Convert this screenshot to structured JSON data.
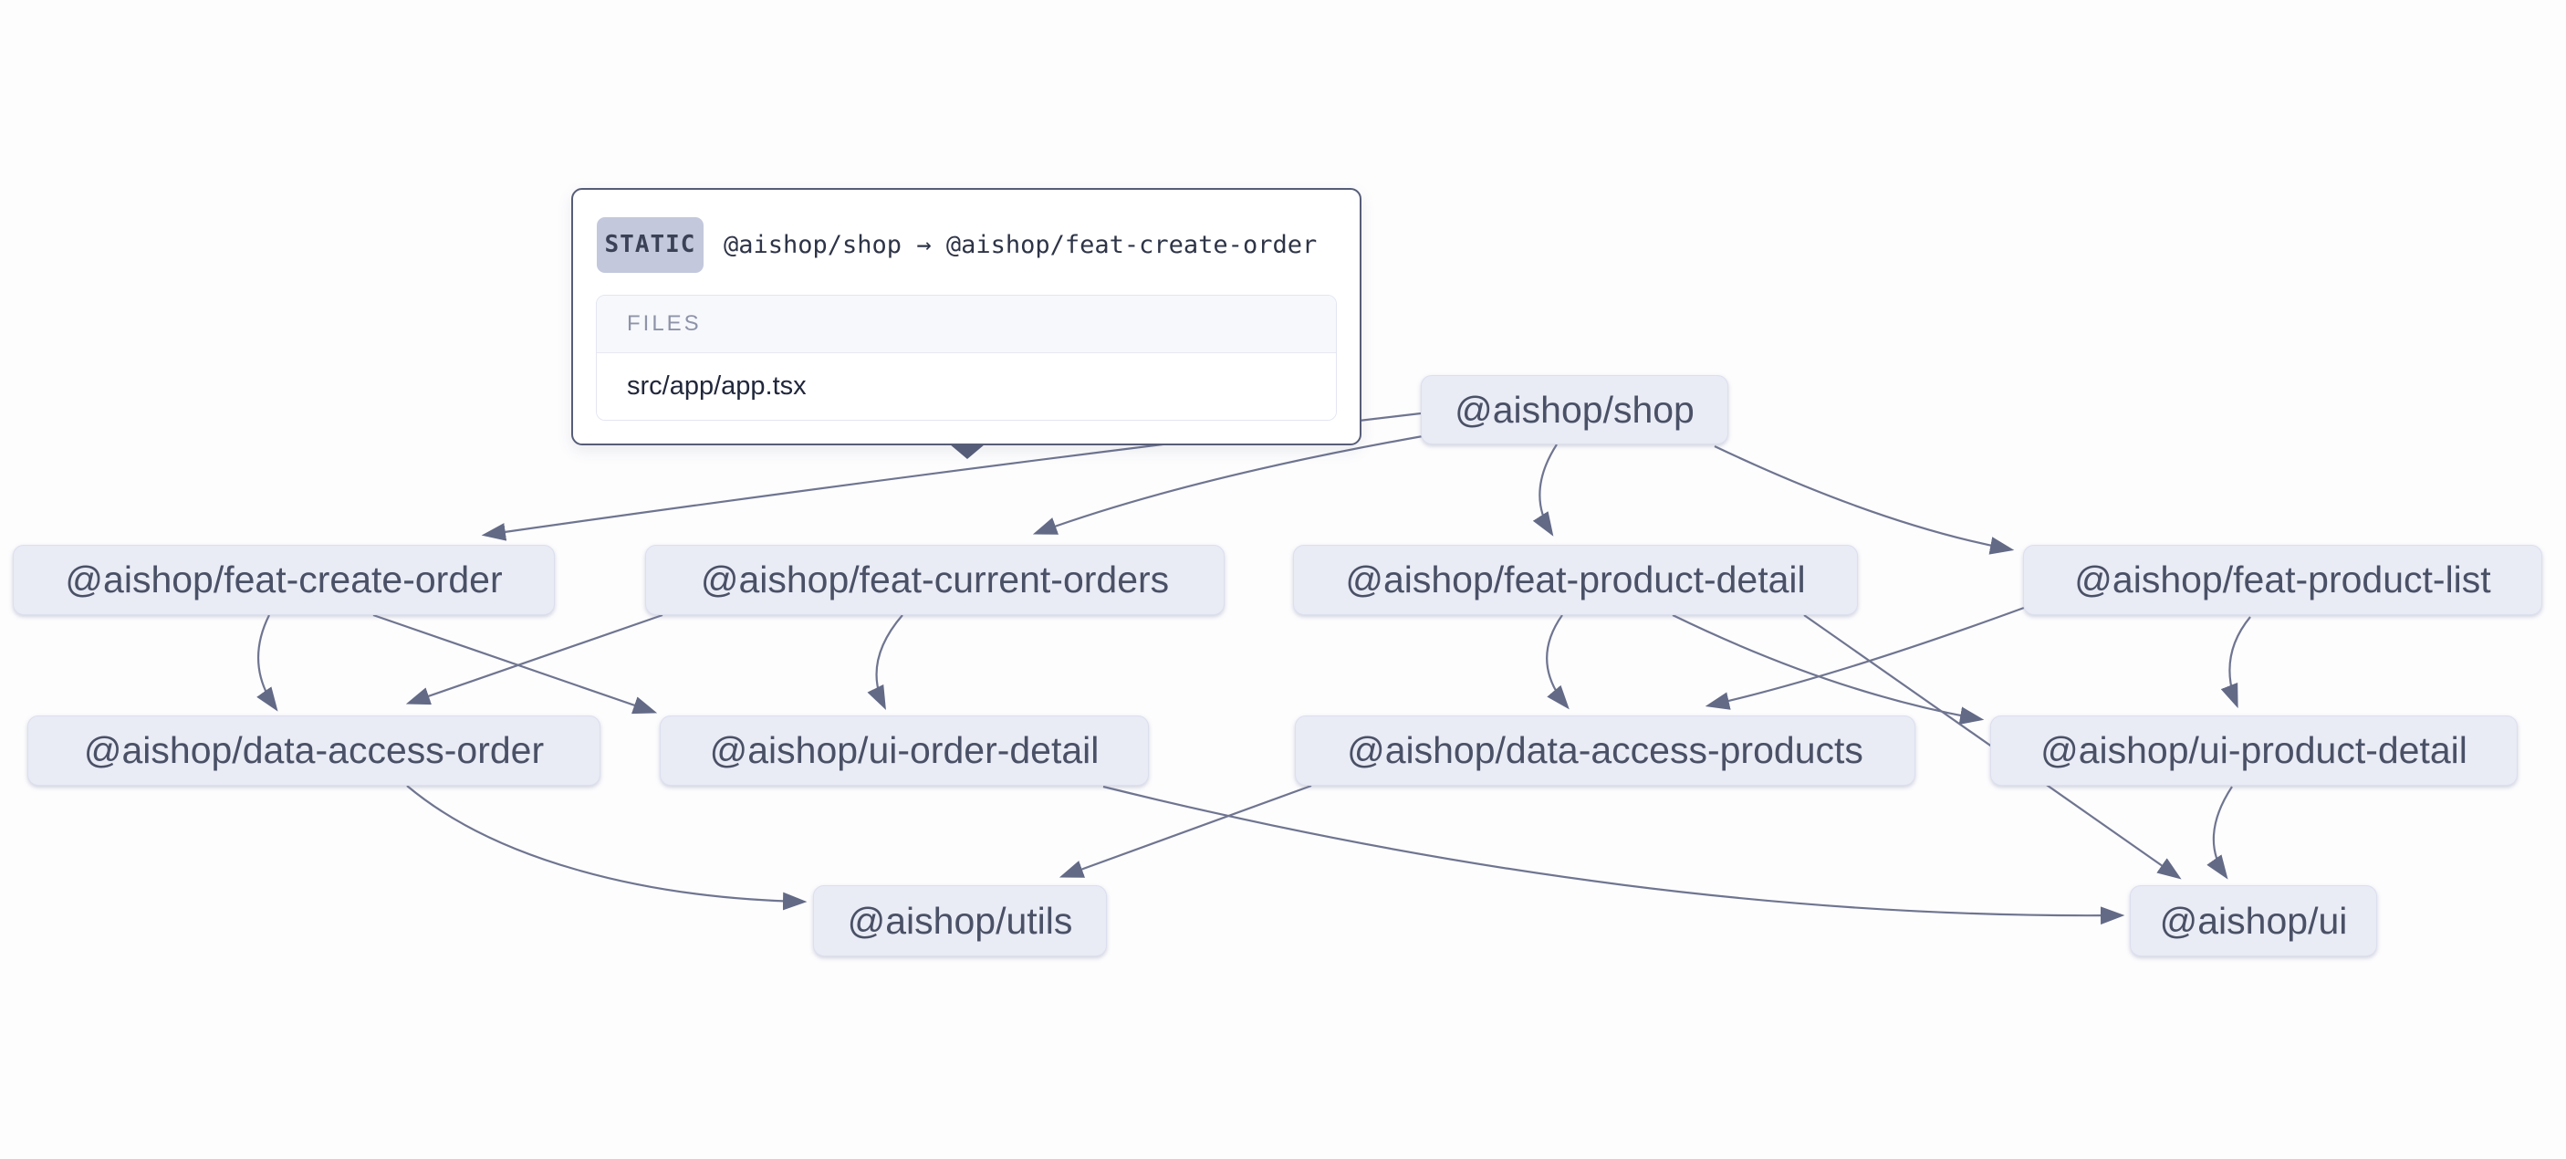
{
  "colors": {
    "background": "#fdfdfe",
    "node_fill": "#e9ebf5",
    "node_border": "#dcdfee",
    "node_text": "#4a5166",
    "edge": "#6f7590",
    "arrow": "#636a86",
    "tooltip_border": "#565d78",
    "badge_bg": "#c3c8dc",
    "badge_text": "#3b4156",
    "files_header_bg": "#f7f8fc",
    "files_header_text": "#8e93a8"
  },
  "tooltip": {
    "type_label": "STATIC",
    "edge_label": "@aishop/shop → @aishop/feat-create-order",
    "files_header": "FILES",
    "files": [
      "src/app/app.tsx"
    ]
  },
  "graph": {
    "nodes": [
      {
        "id": "shop",
        "label": "@aishop/shop"
      },
      {
        "id": "feat-create-order",
        "label": "@aishop/feat-create-order"
      },
      {
        "id": "feat-current-orders",
        "label": "@aishop/feat-current-orders"
      },
      {
        "id": "feat-product-detail",
        "label": "@aishop/feat-product-detail"
      },
      {
        "id": "feat-product-list",
        "label": "@aishop/feat-product-list"
      },
      {
        "id": "data-access-order",
        "label": "@aishop/data-access-order"
      },
      {
        "id": "ui-order-detail",
        "label": "@aishop/ui-order-detail"
      },
      {
        "id": "data-access-products",
        "label": "@aishop/data-access-products"
      },
      {
        "id": "ui-product-detail",
        "label": "@aishop/ui-product-detail"
      },
      {
        "id": "utils",
        "label": "@aishop/utils"
      },
      {
        "id": "ui",
        "label": "@aishop/ui"
      }
    ],
    "edges": [
      {
        "from": "shop",
        "to": "feat-create-order"
      },
      {
        "from": "shop",
        "to": "feat-current-orders"
      },
      {
        "from": "shop",
        "to": "feat-product-detail"
      },
      {
        "from": "shop",
        "to": "feat-product-list"
      },
      {
        "from": "feat-create-order",
        "to": "data-access-order"
      },
      {
        "from": "feat-create-order",
        "to": "ui-order-detail"
      },
      {
        "from": "feat-current-orders",
        "to": "data-access-order"
      },
      {
        "from": "feat-current-orders",
        "to": "ui-order-detail"
      },
      {
        "from": "feat-product-detail",
        "to": "data-access-products"
      },
      {
        "from": "feat-product-detail",
        "to": "ui-product-detail"
      },
      {
        "from": "feat-product-detail",
        "to": "ui"
      },
      {
        "from": "feat-product-list",
        "to": "data-access-products"
      },
      {
        "from": "feat-product-list",
        "to": "ui-product-detail"
      },
      {
        "from": "data-access-order",
        "to": "utils"
      },
      {
        "from": "data-access-products",
        "to": "utils"
      },
      {
        "from": "ui-order-detail",
        "to": "ui"
      },
      {
        "from": "ui-product-detail",
        "to": "ui"
      }
    ]
  }
}
